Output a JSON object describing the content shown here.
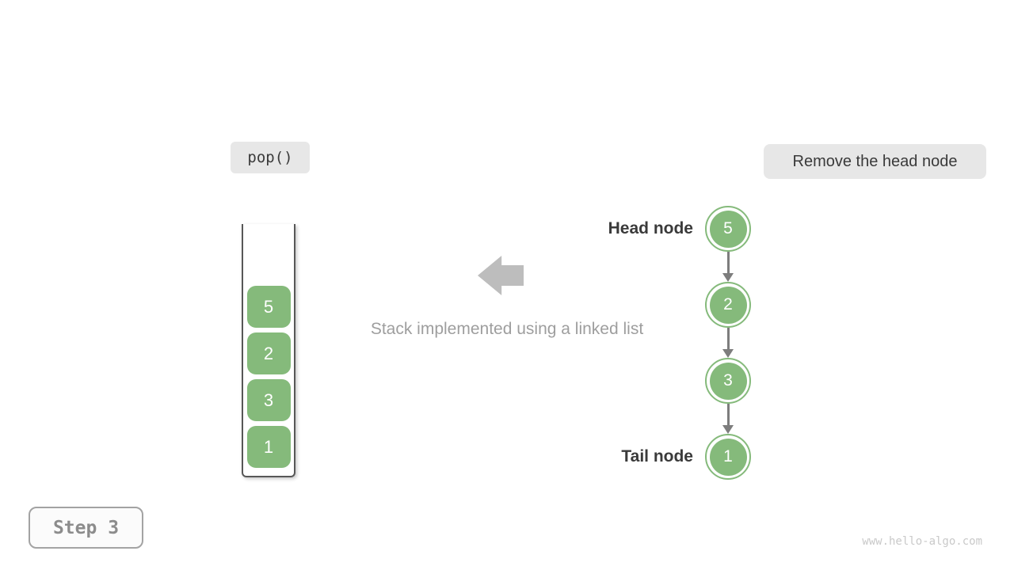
{
  "operation_badge": {
    "label": "pop()"
  },
  "description_badge": {
    "label": "Remove the head node"
  },
  "stack": {
    "items": [
      "5",
      "2",
      "3",
      "1"
    ]
  },
  "caption": {
    "text": "Stack implemented using a linked list"
  },
  "linked_list": {
    "head_label": "Head node",
    "tail_label": "Tail node",
    "nodes": [
      "5",
      "2",
      "3",
      "1"
    ]
  },
  "step_badge": {
    "label": "Step 3"
  },
  "watermark": {
    "text": "www.hello-algo.com"
  },
  "colors": {
    "node_green": "#85ba7b",
    "badge_bg": "#e7e7e7",
    "text_dark": "#3a3a3a",
    "text_gray": "#9e9e9e",
    "arrow_gray": "#bdbdbd",
    "connector_gray": "#7d7d7d",
    "container_border": "#575757",
    "step_border": "#a3a3a3",
    "step_text": "#8c8c8c",
    "watermark_gray": "#c9c9c9"
  }
}
